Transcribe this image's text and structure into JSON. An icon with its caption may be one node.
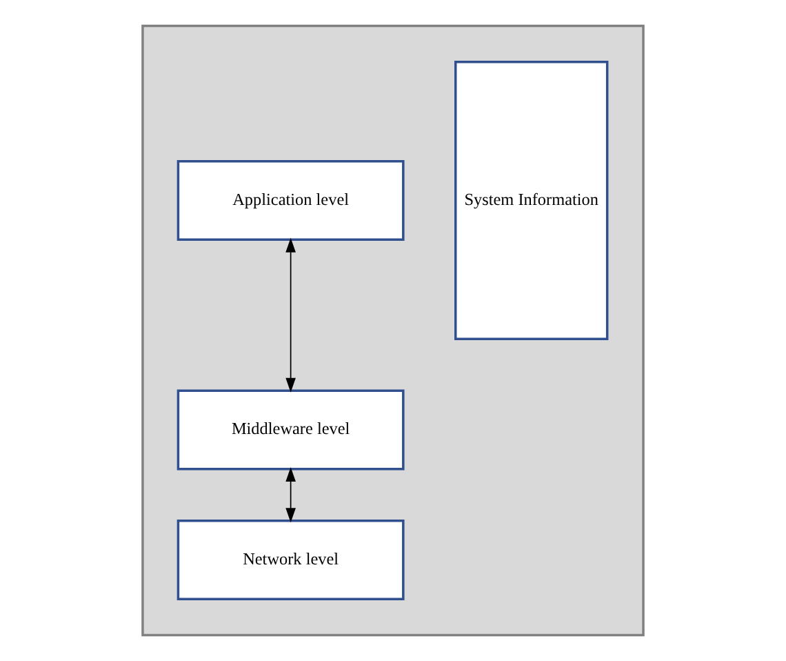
{
  "diagram": {
    "nodes": [
      {
        "text": [],
        "shape": "box"
      },
      {
        "text": [
          "System Information"
        ],
        "in": 0
      },
      {
        "text": [
          "Application level"
        ],
        "in": 0
      },
      {
        "text": [
          "Middleware level"
        ],
        "in": 0
      },
      {
        "text": [
          "Network level"
        ],
        "in": 0
      }
    ],
    "edges": [
      {
        "from": 2,
        "to": 3,
        "arrow": "both"
      },
      {
        "from": 3,
        "to": 4,
        "arrow": "both"
      }
    ]
  }
}
